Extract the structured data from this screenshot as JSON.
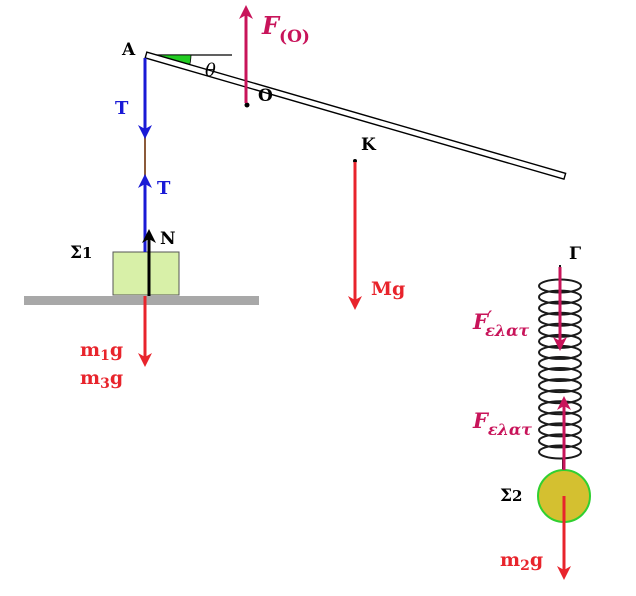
{
  "points": {
    "A": "A",
    "O": "O",
    "K": "K",
    "G": "Γ"
  },
  "angle": {
    "label": "θ"
  },
  "forces": {
    "F_O": {
      "base": "F",
      "sub": "(O)"
    },
    "T_top": "T",
    "T_bottom": "T",
    "N": "N",
    "Mg": "Mg",
    "m1g": {
      "base": "m",
      "sub": "1",
      "tail": "g"
    },
    "m3g": {
      "base": "m",
      "sub": "3",
      "tail": "g"
    },
    "m2g": {
      "base": "m",
      "sub": "2",
      "tail": "g"
    },
    "F_elat_prime": {
      "base": "F",
      "prime": "′",
      "sub": "ελατ"
    },
    "F_elat": {
      "base": "F",
      "sub": "ελατ"
    }
  },
  "bodies": {
    "S1": {
      "base": "Σ",
      "sub": "1"
    },
    "S2": {
      "base": "Σ",
      "sub": "2"
    }
  },
  "colors": {
    "red": "#e8242c",
    "magenta": "#c8145a",
    "blue": "#1a1ad6",
    "black": "#000000",
    "block_fill": "#d8f0a8",
    "ground": "#a8a8a8",
    "ball_fill": "#d4c030",
    "ball_stroke": "#30d030",
    "angle_fill": "#22cc22"
  }
}
